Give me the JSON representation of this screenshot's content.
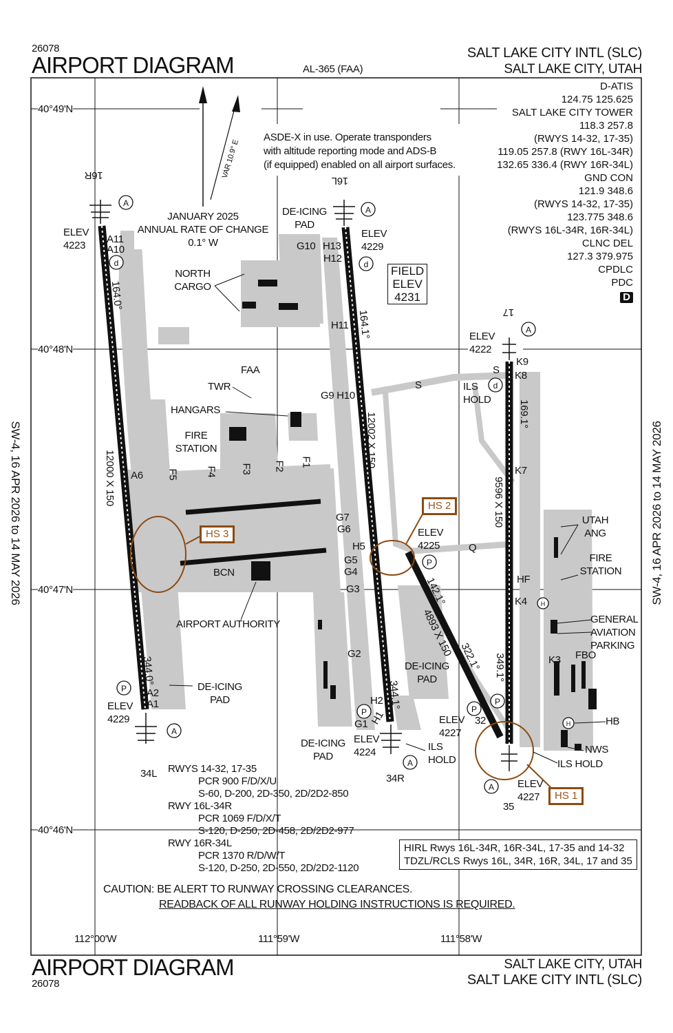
{
  "header": {
    "chart_number": "26078",
    "title": "AIRPORT DIAGRAM",
    "procedure_id": "AL-365 (FAA)",
    "airport_name": "SALT LAKE CITY INTL (SLC)",
    "city_state": "SALT LAKE CITY, UTAH"
  },
  "footer": {
    "title": "AIRPORT DIAGRAM",
    "chart_number": "26078",
    "city_state": "SALT LAKE CITY, UTAH",
    "airport_name": "SALT LAKE CITY INTL (SLC)"
  },
  "cycle": {
    "left": "SW-4, 16 APR 2026 to 14 MAY 2026",
    "right": "SW-4, 16 APR 2026 to 14 MAY 2026"
  },
  "grid": {
    "lat": [
      "40°49'N",
      "40°48'N",
      "40°47'N",
      "40°46'N"
    ],
    "lon": [
      "112°00'W",
      "111°59'W",
      "111°58'W"
    ]
  },
  "notes": {
    "asdex": [
      "ASDE-X in use. Operate transponders",
      "with altitude reporting mode and ADS-B",
      "(if equipped) enabled on all airport surfaces."
    ],
    "variation": "VAR 10.9° E",
    "annual_change": [
      "JANUARY 2025",
      "ANNUAL RATE OF CHANGE",
      "0.1° W"
    ],
    "field_elev": [
      "FIELD",
      "ELEV",
      "4231"
    ],
    "lighting": [
      "HIRL Rwys 16L-34R, 16R-34L, 17-35 and 14-32",
      "TDZL/RCLS Rwys 16L, 34R, 16R, 34L, 17 and 35"
    ],
    "caution": "CAUTION: BE ALERT TO RUNWAY CROSSING CLEARANCES.",
    "readback": "READBACK OF ALL RUNWAY HOLDING INSTRUCTIONS IS REQUIRED."
  },
  "comms": [
    "D-ATIS",
    "124.75  125.625",
    "SALT LAKE CITY TOWER",
    "118.3  257.8",
    "(RWYS 14-32, 17-35)",
    "119.05  257.8 (RWY 16L-34R)",
    "132.65  336.4 (RWY 16R-34L)",
    "GND CON",
    "121.9  348.6",
    "(RWYS 14-32, 17-35)",
    "123.775  348.6",
    "(RWYS 16L-34R, 16R-34L)",
    "CLNC DEL",
    "127.3  379.975",
    "CPDLC",
    "PDC"
  ],
  "pdc_badge": "D",
  "runway_data": [
    {
      "title": "RWYS 14-32, 17-35",
      "pcr": "PCR 900 F/D/X/U",
      "weights": "S-60, D-200, 2D-350, 2D/2D2-850"
    },
    {
      "title": "RWY 16L-34R",
      "pcr": "PCR 1069 F/D/X/T",
      "weights": "S-120, D-250, 2D-458, 2D/2D2-977"
    },
    {
      "title": "RWY 16R-34L",
      "pcr": "PCR 1370 R/D/W/T",
      "weights": "S-120, D-250, 2D-550, 2D/2D2-1120"
    }
  ],
  "hotspots": [
    "HS 1",
    "HS 2",
    "HS 3"
  ],
  "map_labels": {
    "rwy16r": "16R",
    "rwy16l": "16L",
    "rwy17": "17",
    "rwy34l": "34L",
    "rwy34r": "34R",
    "rwy35": "35",
    "rwy32": "32",
    "elev_16r": "ELEV 4223",
    "elev_16l": "ELEV 4229",
    "elev_17": "ELEV 4222",
    "elev_34l": "ELEV 4229",
    "elev_34r": "ELEV 4224",
    "elev_14": "ELEV 4225",
    "elev_32": "ELEV 4227",
    "elev_35": "ELEV 4227",
    "hdg_16r": "164.0°",
    "hdg_16l": "164.1°",
    "hdg_17": "169.1°",
    "hdg_34l": "344.0°",
    "hdg_34r": "344.1°",
    "hdg_14": "142.1°",
    "hdg_32": "322.1°",
    "hdg_35": "349.1°",
    "dim_16r": "12000 X 150",
    "dim_16l": "12002 X 150",
    "dim_17": "9596 X 150",
    "dim_14": "4893 X 150",
    "north_cargo": "NORTH CARGO",
    "deicing_n": "DE-ICING PAD",
    "deicing_e": "DE-ICING PAD",
    "deicing_w": "DE-ICING PAD",
    "deicing_s": "DE-ICING PAD",
    "faa": "FAA",
    "twr": "TWR",
    "hangars": "HANGARS",
    "fire_station_w": "FIRE STATION",
    "fire_station_e": "FIRE STATION",
    "bcn": "BCN",
    "airport_authority": "AIRPORT AUTHORITY",
    "utah_ang": "UTAH ANG",
    "ga_parking": "GENERAL AVIATION PARKING",
    "fbo": "FBO",
    "hb": "HB",
    "nws": "NWS",
    "ils_hold_17": "ILS HOLD",
    "ils_hold_34r": "ILS HOLD",
    "ils_hold_35": "ILS HOLD",
    "a11": "A11",
    "a10": "A10",
    "a6": "A6",
    "a2": "A2",
    "a1": "A1",
    "g10": "G10",
    "h13": "H13",
    "h12": "H12",
    "h11": "H11",
    "g9h10": "G9 H10",
    "h5": "H5",
    "g5": "G5",
    "g4": "G4",
    "g3": "G3",
    "g2": "G2",
    "h2": "H2",
    "h1": "H1",
    "g1": "G1",
    "g7": "G7",
    "g6": "G6",
    "k9": "K9",
    "k8": "K8",
    "k7": "K7",
    "k4": "K4",
    "k3": "K3",
    "hf": "HF",
    "s1": "S",
    "s2": "S",
    "q": "Q",
    "f1": "F1",
    "f2": "F2",
    "f3": "F3",
    "f4": "F4",
    "f5": "F5"
  }
}
